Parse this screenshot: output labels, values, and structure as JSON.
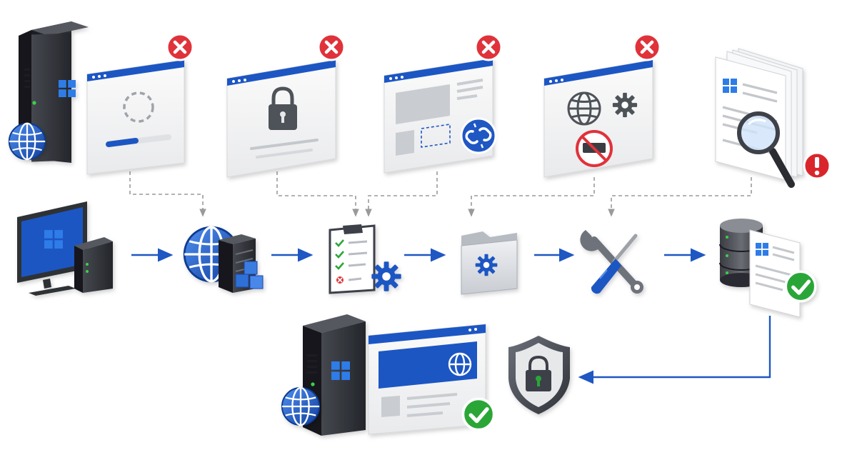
{
  "colors": {
    "accent": "#1f57c3",
    "accent_light": "#3b7be0",
    "error": "#e0323a",
    "success": "#2aa637",
    "warning": "#d9262c",
    "server_dark": "#2e3036",
    "connector": "#9a9a9a"
  },
  "problems": [
    {
      "name": "server-slow-loading",
      "icon": "loading-spinner-icon",
      "badge": "error-x-icon"
    },
    {
      "name": "access-locked",
      "icon": "padlock-icon",
      "badge": "error-x-icon"
    },
    {
      "name": "broken-layout-links",
      "icon": "broken-link-icon",
      "badge": "error-x-icon"
    },
    {
      "name": "network-blocked",
      "icon": "globe-gear-blocked-icon",
      "badge": "error-x-icon"
    },
    {
      "name": "log-inspection",
      "icon": "magnifier-icon",
      "badge": "warning-exclamation-icon"
    }
  ],
  "steps": [
    {
      "name": "windows-workstation",
      "icon": "monitor-server-icon"
    },
    {
      "name": "network-infrastructure",
      "icon": "globe-server-icon"
    },
    {
      "name": "checklist-configuration",
      "icon": "clipboard-gear-icon"
    },
    {
      "name": "folder-settings",
      "icon": "folder-gear-icon"
    },
    {
      "name": "repair-tools",
      "icon": "wrench-screwdriver-icon"
    },
    {
      "name": "verified-database",
      "icon": "database-check-icon"
    }
  ],
  "outcome": {
    "security": "shield-lock-icon",
    "result": "server-website-success-icon"
  }
}
